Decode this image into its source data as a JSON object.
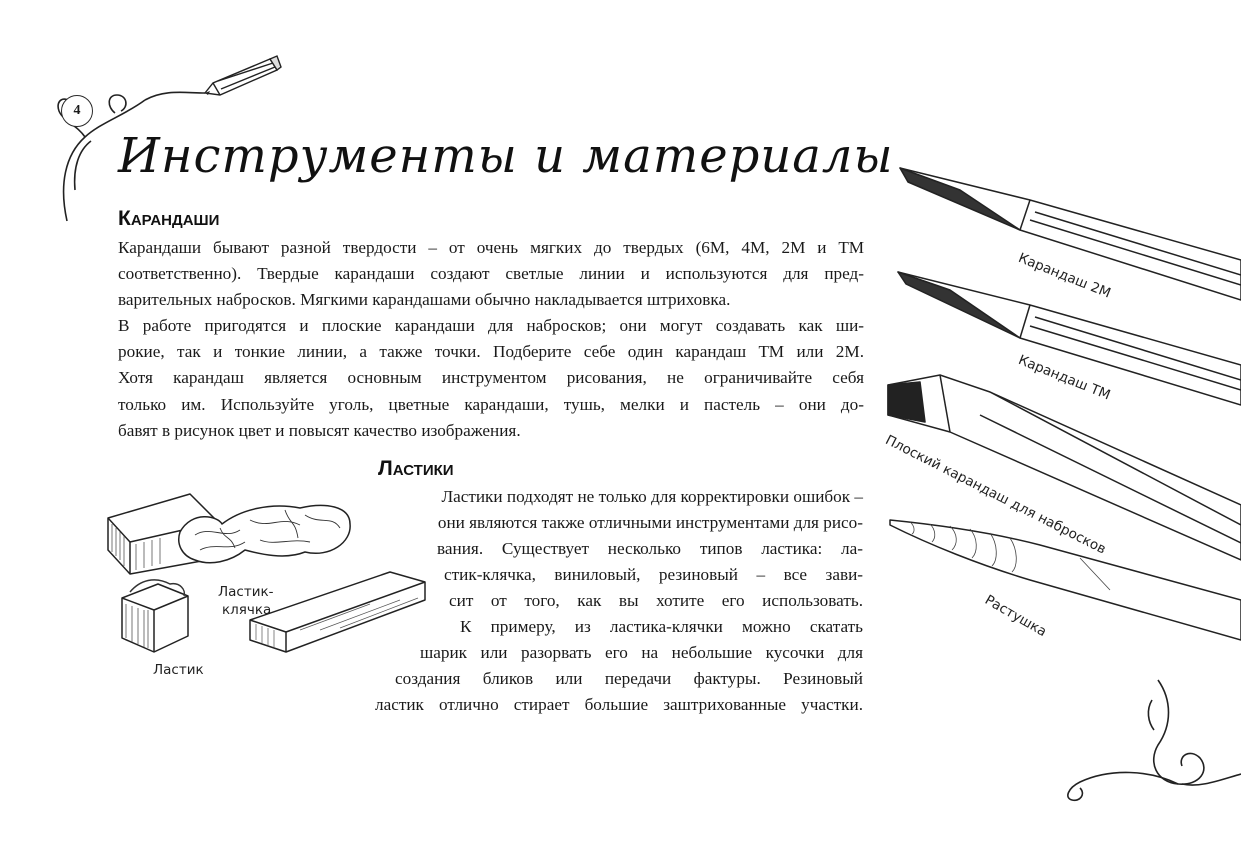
{
  "page": {
    "number": "4",
    "title": "Инструменты и материалы"
  },
  "pencils_section": {
    "heading": "Карандаши",
    "lines": [
      "Карандаши бывают разной твердости – от очень мягких до твердых (6М, 4М, 2М и ТМ",
      "соответственно). Твердые карандаши создают светлые линии и используются для пред-",
      "варительных набросков. Мягкими карандашами обычно накладывается штриховка.",
      "В работе пригодятся и плоские карандаши для набросков; они могут создавать как ши-",
      "рокие, так и тонкие линии, а также точки. Подберите себе один карандаш ТМ или 2М.",
      "Хотя карандаш является основным инструментом рисования, не ограничивайте себя",
      "только им. Используйте уголь, цветные карандаши, тушь, мелки и пастель – они до-",
      "бавят в рисунок цвет и повысят качество изображения."
    ]
  },
  "erasers_section": {
    "heading": "Ластики",
    "lines": [
      "Ластики подходят не только для корректировки ошибок –",
      "они являются также отличными инструментами для рисо-",
      "вания. Существует несколько типов ластика: ла-",
      "стик-клячка, виниловый, резиновый – все зави-",
      "сит от того, как вы хотите его использовать.",
      "К примеру, из ластика-клячки можно скатать",
      "шарик или разорвать его на небольшие кусочки для",
      "создания бликов или передачи фактуры. Резиновый",
      "ластик отлично стирает большие заштрихованные участки."
    ]
  },
  "illustration_labels": {
    "kneaded_eraser_1": "Ластик-",
    "kneaded_eraser_2": "клячка",
    "eraser": "Ластик",
    "pencil_2m": "Карандаш 2М",
    "pencil_tm": "Карандаш ТМ",
    "flat_pencil": "Плоский карандаш для набросков",
    "stump": "Растушка"
  }
}
